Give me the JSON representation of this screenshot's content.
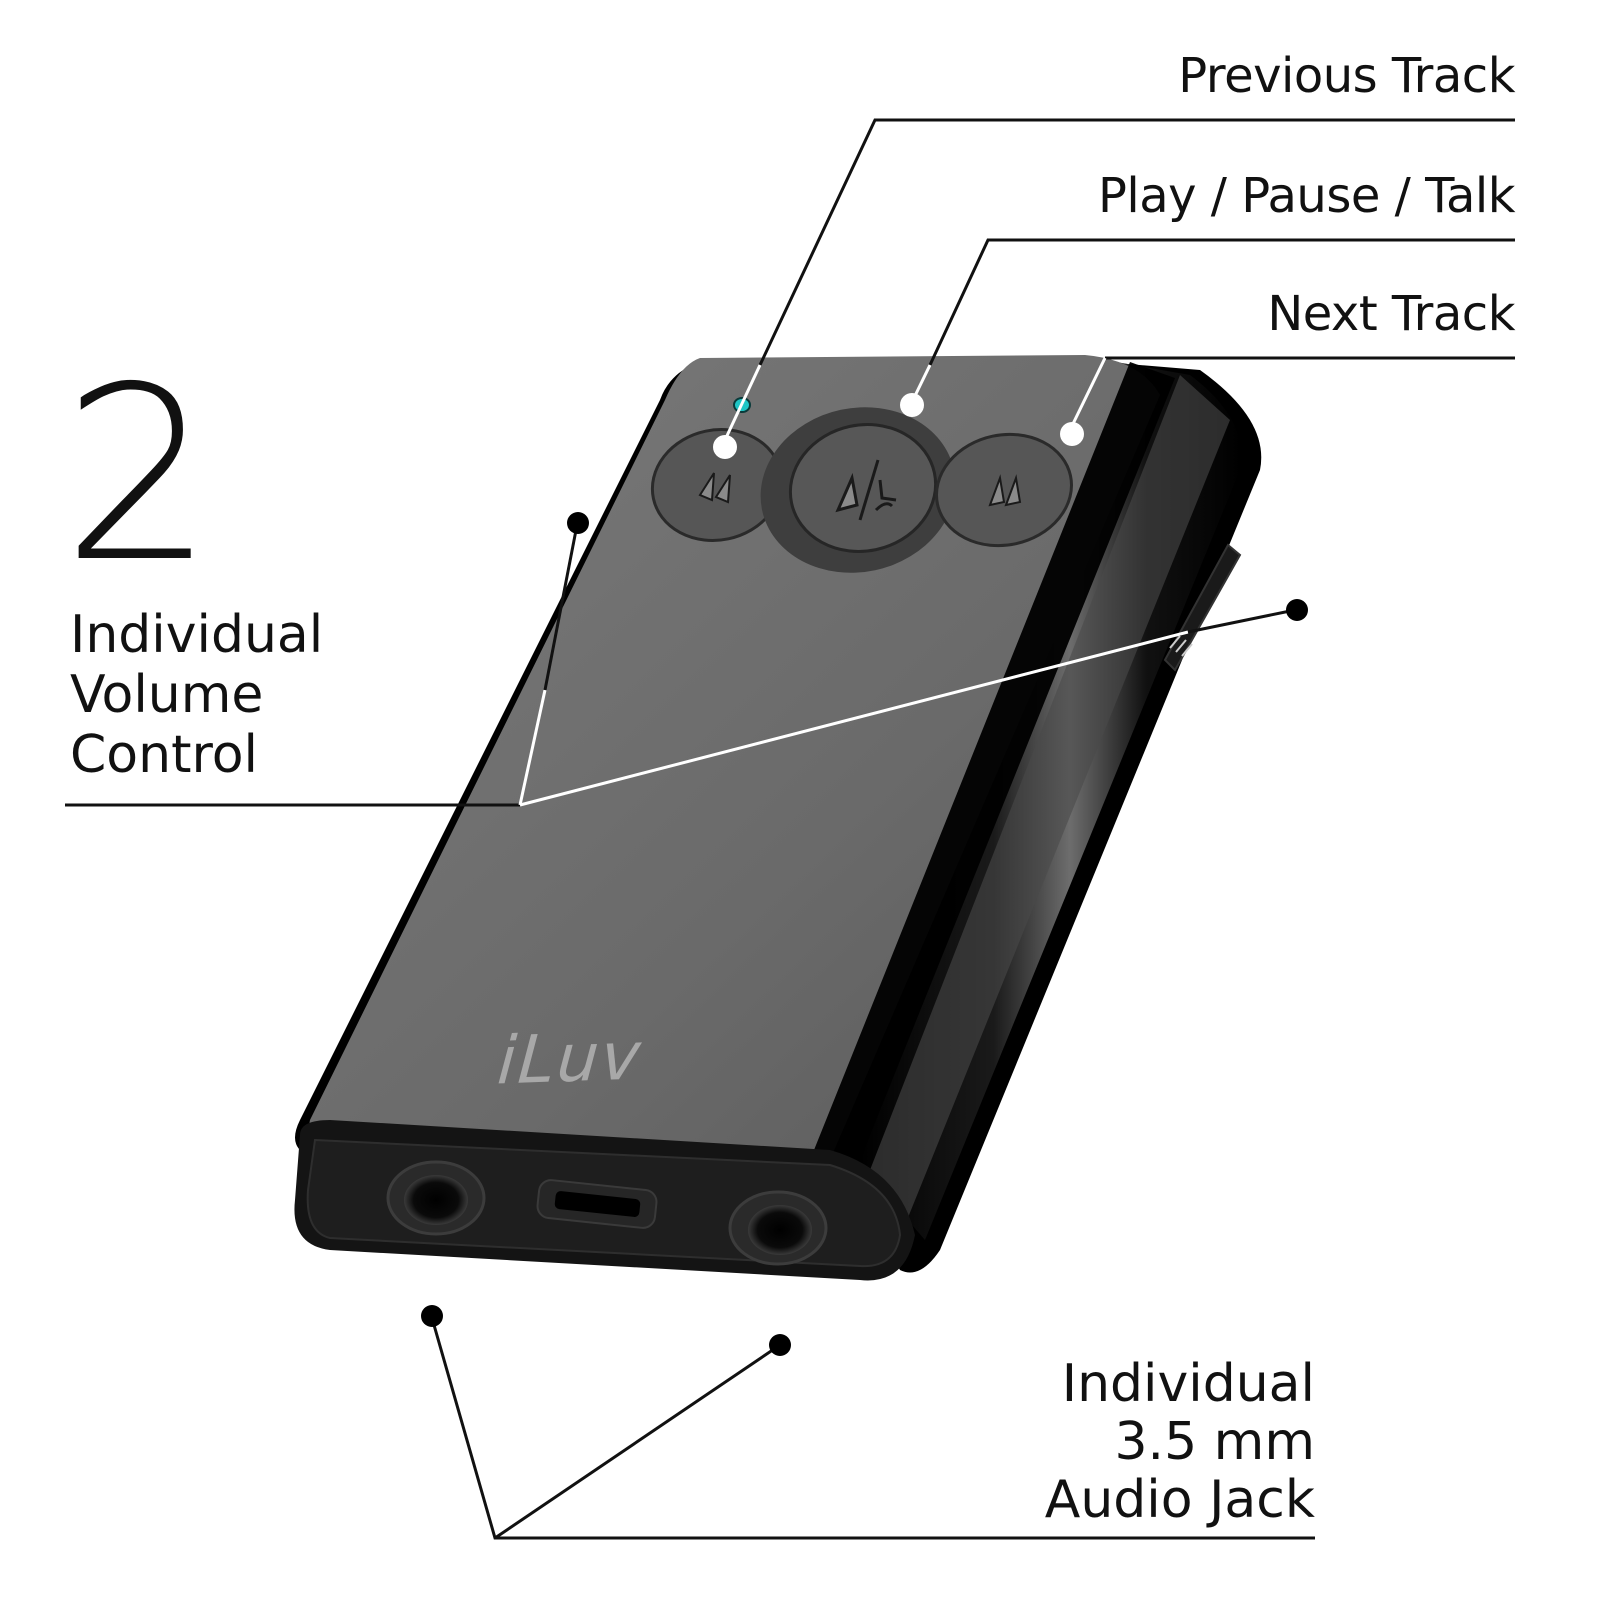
{
  "feature_count": "2",
  "left_feature": {
    "lines": [
      "Individual",
      "Volume",
      "Control"
    ]
  },
  "callouts": {
    "previous_track": "Previous Track",
    "play_pause_talk": "Play / Pause / Talk",
    "next_track": "Next Track"
  },
  "bottom_feature": {
    "lines": [
      "Individual",
      "3.5 mm",
      "Audio Jack"
    ]
  },
  "device": {
    "brand": "iLuv",
    "buttons": [
      {
        "name": "previous-track",
        "icon": "rewind-icon"
      },
      {
        "name": "play-pause-talk",
        "icon": "play-pause-talk-icon"
      },
      {
        "name": "next-track",
        "icon": "fast-forward-icon"
      }
    ],
    "ports": [
      "3.5mm-jack-left",
      "micro-usb",
      "3.5mm-jack-right"
    ],
    "led_color": "#1fc6c6",
    "body_color": "#6e6e6e",
    "edge_color": "#050505"
  }
}
